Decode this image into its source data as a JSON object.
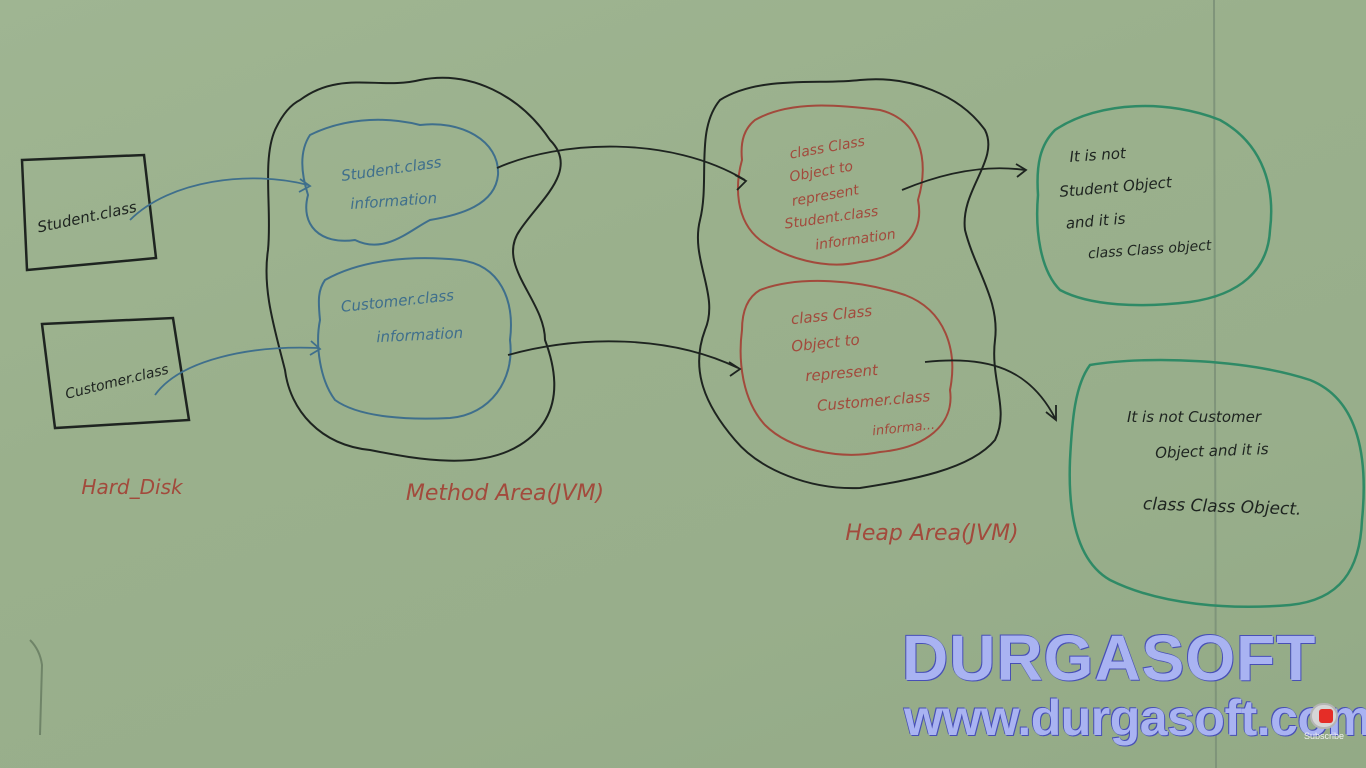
{
  "hard_disk": {
    "label": "Hard_Disk",
    "files": [
      {
        "name": "Student.class"
      },
      {
        "name": "Customer.class"
      }
    ]
  },
  "method_area": {
    "label": "Method Area(JVM)",
    "blobs": [
      {
        "line1": "Student.class",
        "line2": "information"
      },
      {
        "line1": "Customer.class",
        "line2": "information"
      }
    ]
  },
  "heap_area": {
    "label": "Heap Area(JVM)",
    "objects": [
      {
        "lines": [
          "class Class",
          "Object to",
          "represent",
          "Student.class",
          "information"
        ]
      },
      {
        "lines": [
          "class Class",
          "Object to",
          "represent",
          "Customer.class",
          "informa..."
        ]
      }
    ]
  },
  "notes": [
    {
      "lines": [
        "It is not",
        "Student Object",
        "and it is",
        "class Class object"
      ]
    },
    {
      "lines": [
        "It is not Customer",
        "Object and it is",
        "class Class Object."
      ]
    }
  ],
  "brand": {
    "name": "DURGASOFT",
    "url": "www.durgasoft.com"
  },
  "subscribe": {
    "label": "Subscribe"
  },
  "colors": {
    "marker_black": "#1e2420",
    "marker_blue": "#3f6f8c",
    "marker_red": "#a24a3c",
    "marker_green": "#2f8a66",
    "brand_fill": "#a9b3f2"
  }
}
